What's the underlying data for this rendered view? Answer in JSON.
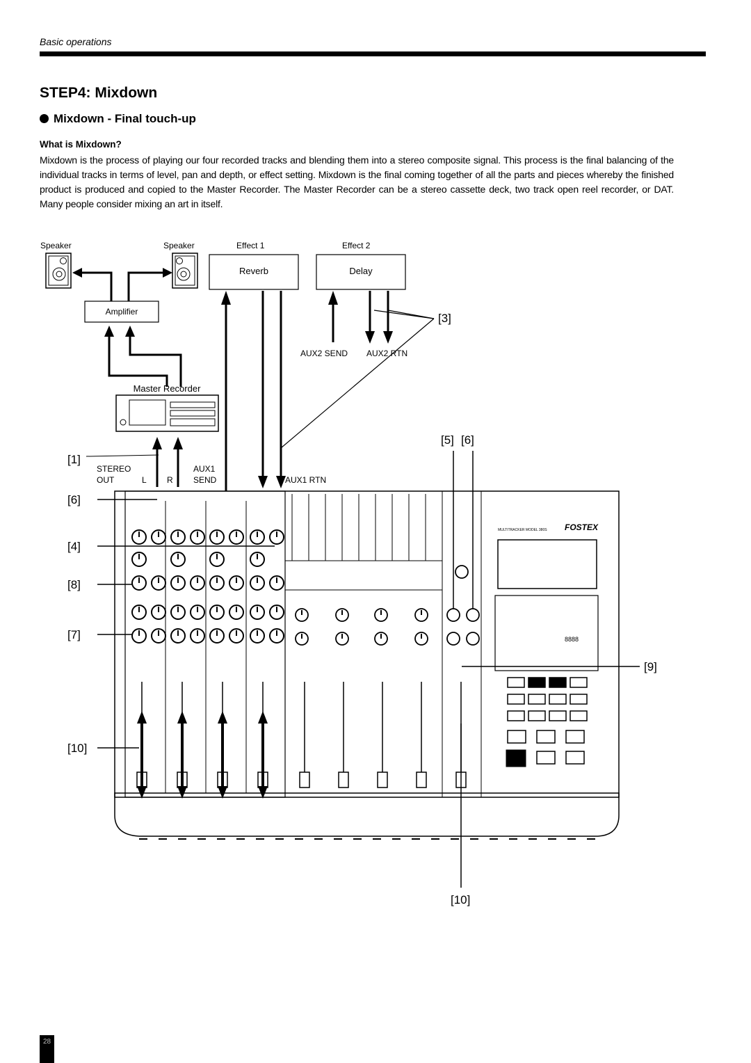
{
  "header": {
    "section": "Basic operations"
  },
  "step_title": "STEP4: Mixdown",
  "subsection_title": "Mixdown - Final touch-up",
  "question_heading": "What is Mixdown?",
  "body_paragraph": "Mixdown is the process of playing our four recorded tracks and blending them into a stereo composite signal. This process is the final balancing of the individual tracks in terms of level, pan and depth, or effect setting. Mixdown is the final coming together of all the parts and pieces whereby the finished product is produced and copied to the Master Recorder. The Master Recorder can be a stereo cassette deck, two track open reel recorder, or DAT. Many people consider mixing an art in itself.",
  "diagram": {
    "speaker_left": "Speaker",
    "speaker_right": "Speaker",
    "effect1_title": "Effect 1",
    "effect1_name": "Reverb",
    "effect2_title": "Effect 2",
    "effect2_name": "Delay",
    "amplifier": "Amplifier",
    "master_recorder": "Master Recorder",
    "aux2_send": "AUX2 SEND",
    "aux2_rtn": "AUX2 RTN",
    "stereo_out": "STEREO",
    "stereo_out2": "OUT",
    "out_l": "L",
    "out_r": "R",
    "aux1": "AUX1",
    "aux1_send": "SEND",
    "aux1_rtn": "AUX1 RTN",
    "brand": "FOSTEX",
    "model": "MULTITRACKER MODEL 380S",
    "callouts": [
      "[1]",
      "[3]",
      "[4]",
      "[5]",
      "[6]",
      "[6]",
      "[7]",
      "[8]",
      "[9]",
      "[10]",
      "[10]"
    ],
    "counter": "8888"
  },
  "page_number": "28"
}
